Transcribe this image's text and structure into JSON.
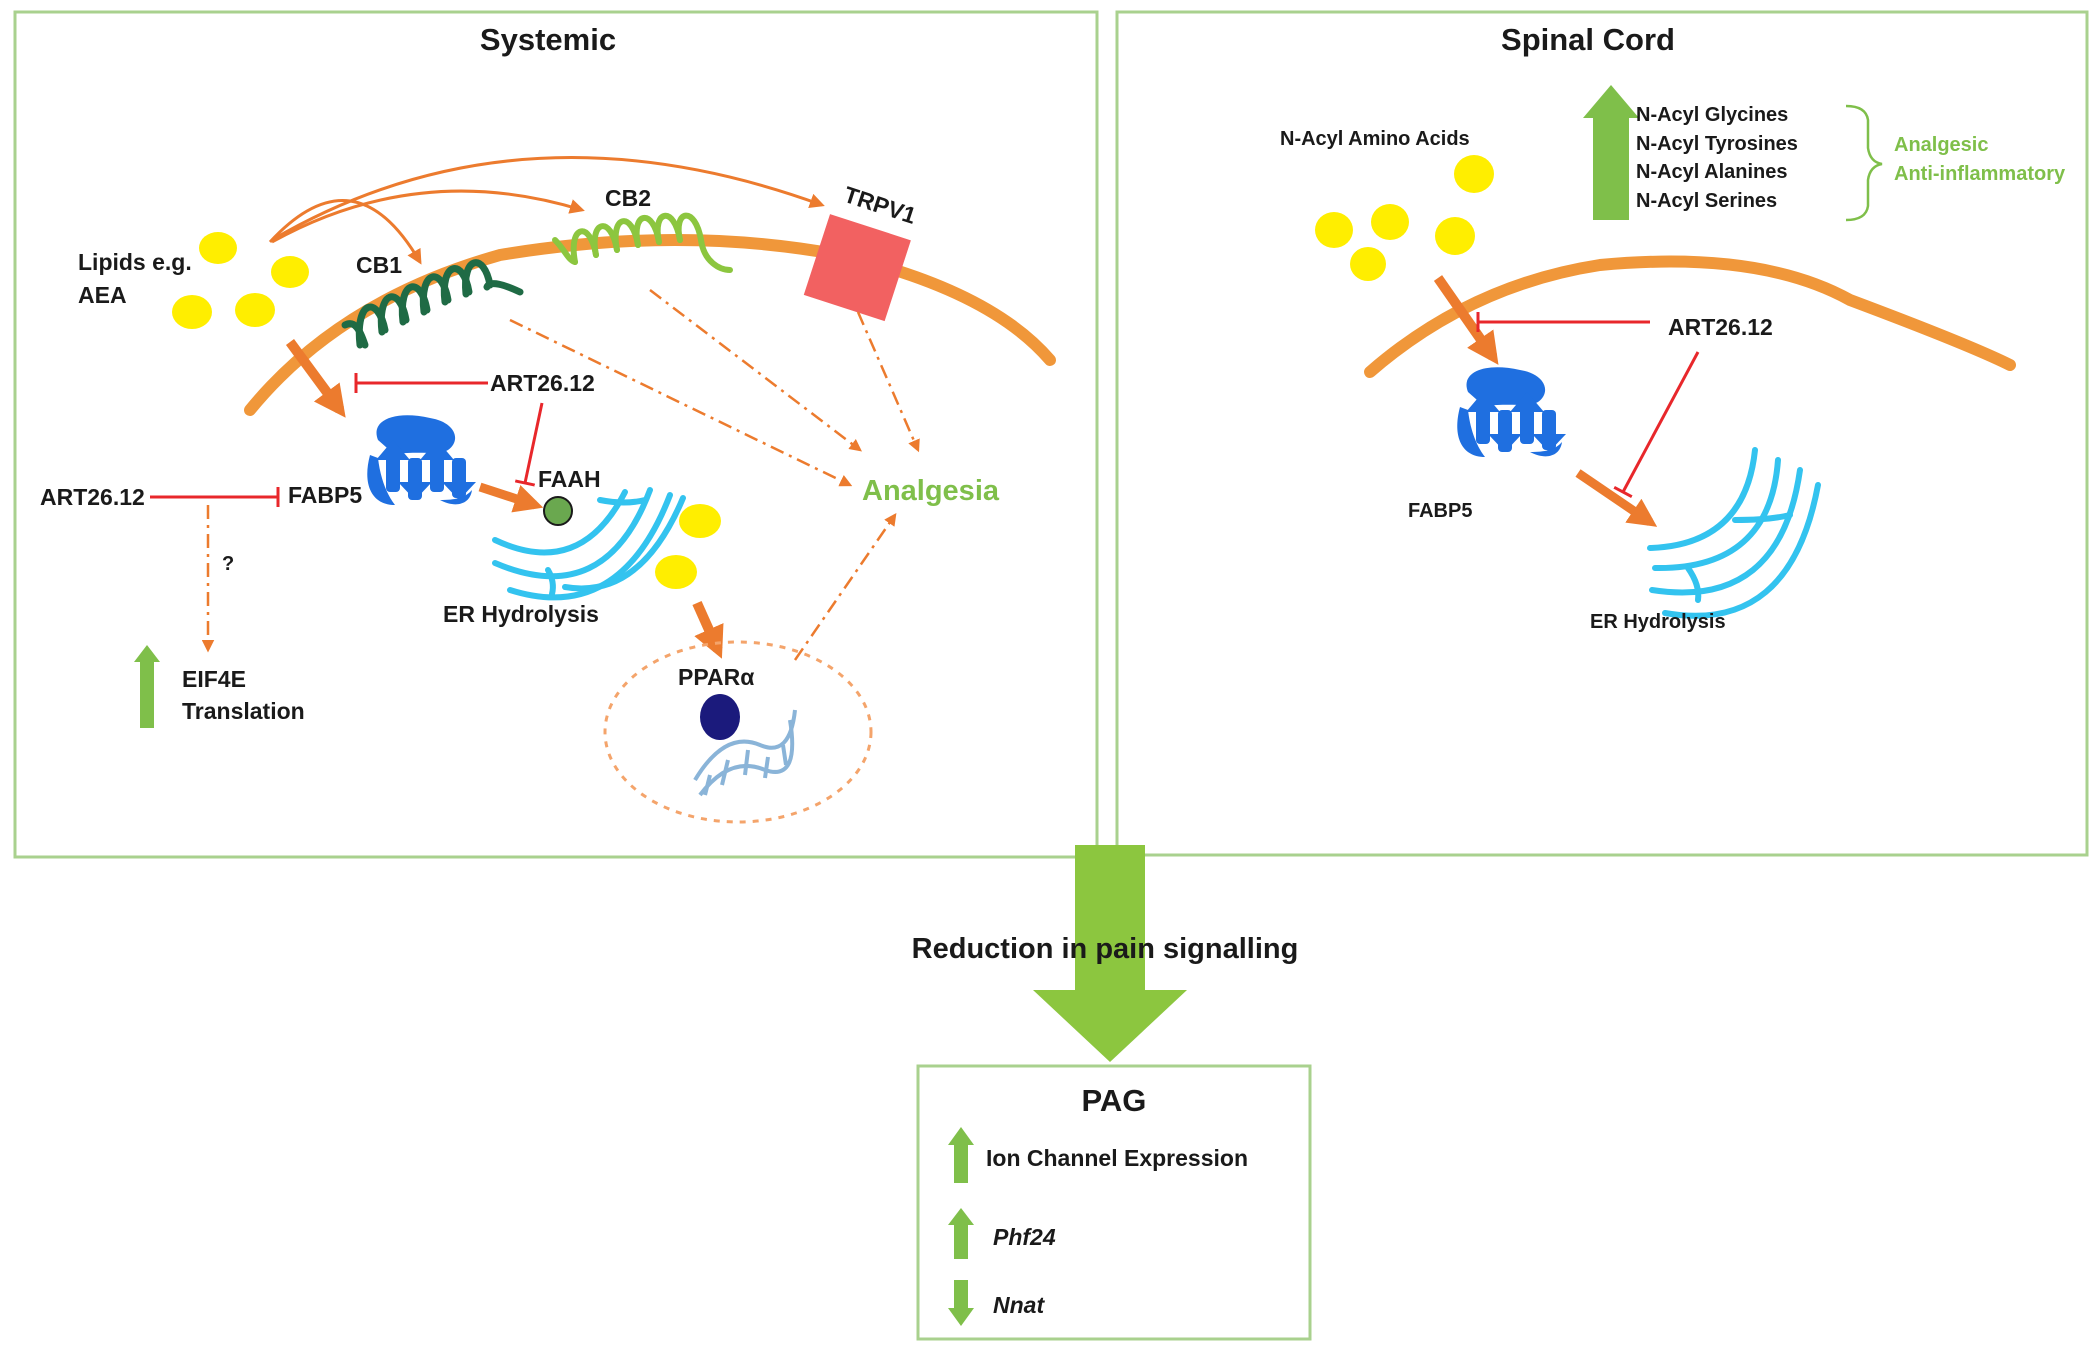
{
  "colors": {
    "panel_border": "#a9d18e",
    "membrane": "#f0973a",
    "arrow_orange": "#ec7b2e",
    "inhibit_red": "#e8272b",
    "green_up": "#7fbf4a",
    "lipid_yellow": "#ffee00",
    "protein_blue": "#1f6fe0",
    "er_cyan": "#33c3ef",
    "cb1_green": "#1f6b45",
    "cb2_green": "#8cc63f",
    "trpv1_red": "#f26161",
    "ppar_navy": "#1b1a7c",
    "faah_green": "#6aa84f"
  },
  "systemic": {
    "title": "Systemic",
    "lipids_label_line1": "Lipids e.g.",
    "lipids_label_line2": "AEA",
    "cb1": "CB1",
    "cb2": "CB2",
    "trpv1": "TRPV1",
    "art_top": "ART26.12",
    "art_left": "ART26.12",
    "fabp5": "FABP5",
    "faah": "FAAH",
    "er_hydrolysis": "ER Hydrolysis",
    "question": "?",
    "eif4e": "EIF4E",
    "translation": "Translation",
    "ppar": "PPARα",
    "analgesia": "Analgesia"
  },
  "spinal": {
    "title": "Spinal Cord",
    "n_acyl_amino_acids": "N-Acyl Amino Acids",
    "species": [
      "N-Acyl Glycines",
      "N-Acyl Tyrosines",
      "N-Acyl Alanines",
      "N-Acyl Serines"
    ],
    "effect_line1": "Analgesic",
    "effect_line2": "Anti-inflammatory",
    "art": "ART26.12",
    "fabp5": "FABP5",
    "er_hydrolysis": "ER Hydrolysis"
  },
  "reduction": "Reduction in pain signalling",
  "pag": {
    "title": "PAG",
    "ion_channel": "Ion Channel Expression",
    "phf24": "Phf24",
    "nnat": "Nnat"
  }
}
